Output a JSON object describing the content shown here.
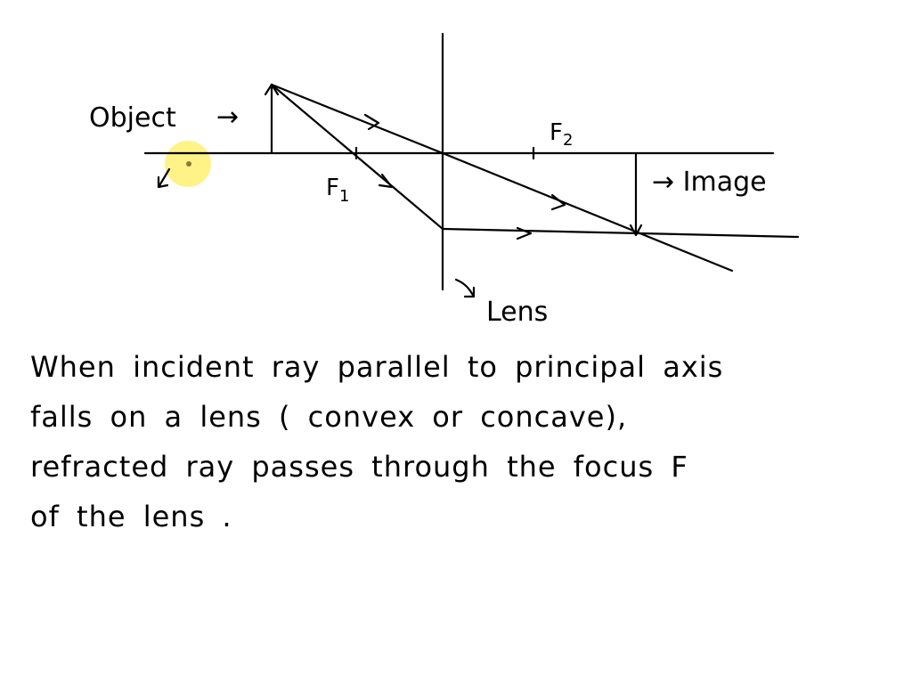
{
  "labels": {
    "object": "Object",
    "object_arrow": "→",
    "f1_base": "F",
    "f1_sub": "1",
    "f2_base": "F",
    "f2_sub": "2",
    "image": "→ Image",
    "lens": "Lens"
  },
  "caption": [
    "When incident ray parallel to principal axis",
    "falls on a lens ( convex or concave),",
    "refracted ray passes through the focus F",
    "of the lens ."
  ],
  "colors": {
    "ink": "#000000",
    "cursor_highlight": "#fff27a",
    "cursor_dot": "#8a7a3a"
  }
}
